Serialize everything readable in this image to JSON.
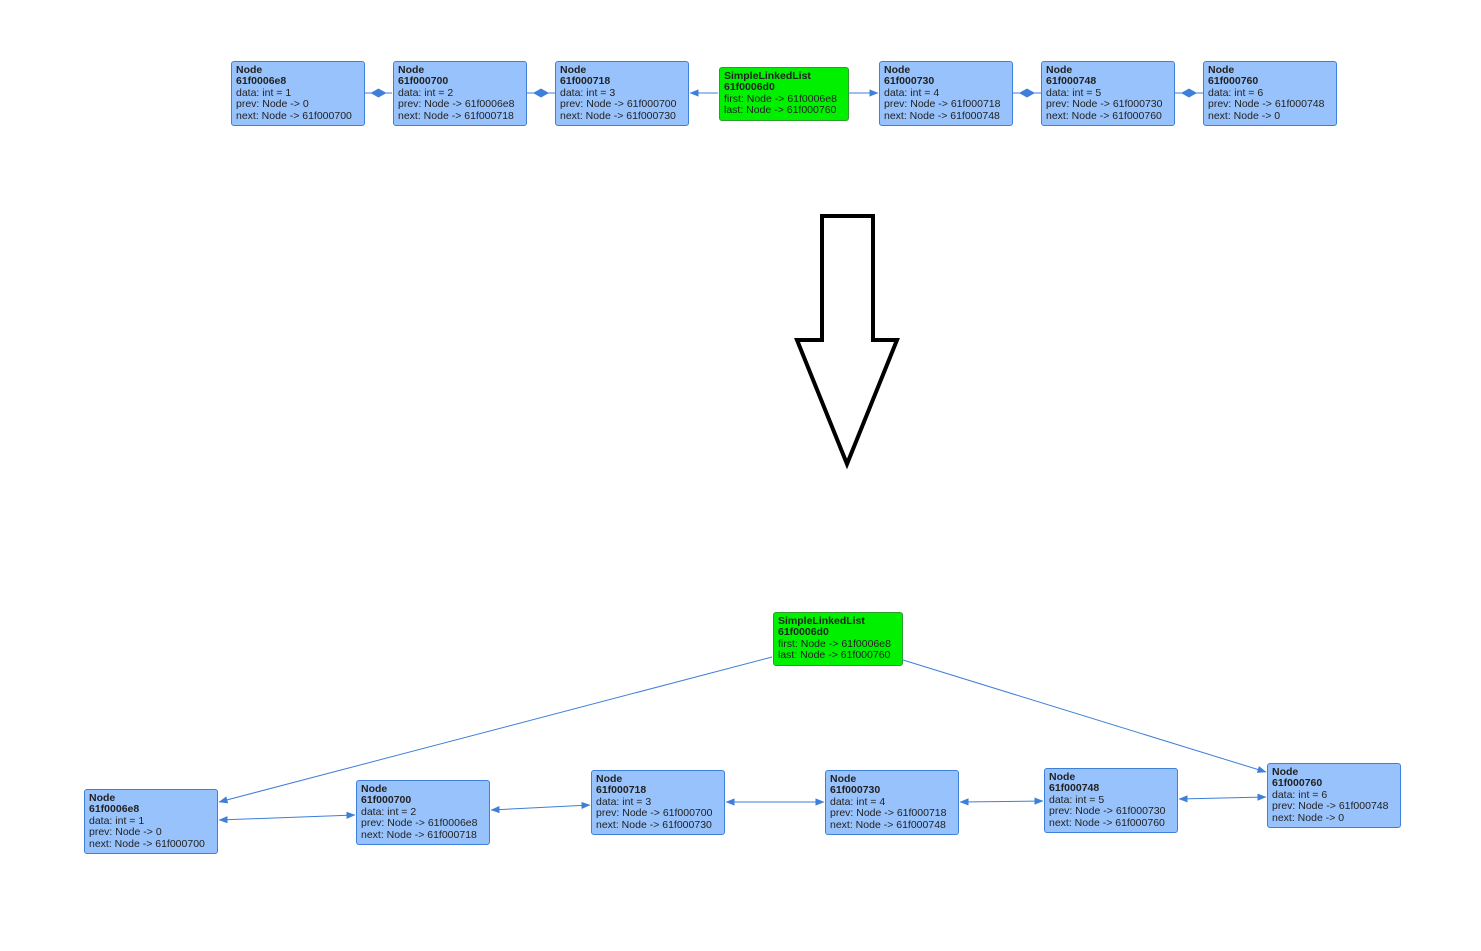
{
  "colors": {
    "node_fill": "#98c2fb",
    "node_border": "#3d7fd9",
    "list_fill": "#00f000",
    "edge": "#3d7fd9",
    "arrow_stroke": "#000000"
  },
  "top": {
    "nodes": {
      "n1": {
        "type": "Node",
        "addr": "61f0006e8",
        "fields": [
          "data: int = 1",
          "prev: Node -> 0",
          "next: Node -> 61f000700"
        ]
      },
      "n2": {
        "type": "Node",
        "addr": "61f000700",
        "fields": [
          "data: int = 2",
          "prev: Node -> 61f0006e8",
          "next: Node -> 61f000718"
        ]
      },
      "n3": {
        "type": "Node",
        "addr": "61f000718",
        "fields": [
          "data: int = 3",
          "prev: Node -> 61f000700",
          "next: Node -> 61f000730"
        ]
      },
      "list": {
        "type": "SimpleLinkedList",
        "addr": "61f0006d0",
        "fields": [
          "first: Node -> 61f0006e8",
          "last: Node -> 61f000760"
        ]
      },
      "n4": {
        "type": "Node",
        "addr": "61f000730",
        "fields": [
          "data: int = 4",
          "prev: Node -> 61f000718",
          "next: Node -> 61f000748"
        ]
      },
      "n5": {
        "type": "Node",
        "addr": "61f000748",
        "fields": [
          "data: int = 5",
          "prev: Node -> 61f000730",
          "next: Node -> 61f000760"
        ]
      },
      "n6": {
        "type": "Node",
        "addr": "61f000760",
        "fields": [
          "data: int = 6",
          "prev: Node -> 61f000748",
          "next: Node -> 0"
        ]
      }
    }
  },
  "bottom": {
    "nodes": {
      "list": {
        "type": "SimpleLinkedList",
        "addr": "61f0006d0",
        "fields": [
          "first: Node -> 61f0006e8",
          "last: Node -> 61f000760"
        ]
      },
      "n1": {
        "type": "Node",
        "addr": "61f0006e8",
        "fields": [
          "data: int = 1",
          "prev: Node -> 0",
          "next: Node -> 61f000700"
        ]
      },
      "n2": {
        "type": "Node",
        "addr": "61f000700",
        "fields": [
          "data: int = 2",
          "prev: Node -> 61f0006e8",
          "next: Node -> 61f000718"
        ]
      },
      "n3": {
        "type": "Node",
        "addr": "61f000718",
        "fields": [
          "data: int = 3",
          "prev: Node -> 61f000700",
          "next: Node -> 61f000730"
        ]
      },
      "n4": {
        "type": "Node",
        "addr": "61f000730",
        "fields": [
          "data: int = 4",
          "prev: Node -> 61f000718",
          "next: Node -> 61f000748"
        ]
      },
      "n5": {
        "type": "Node",
        "addr": "61f000748",
        "fields": [
          "data: int = 5",
          "prev: Node -> 61f000730",
          "next: Node -> 61f000760"
        ]
      },
      "n6": {
        "type": "Node",
        "addr": "61f000760",
        "fields": [
          "data: int = 6",
          "prev: Node -> 61f000748",
          "next: Node -> 0"
        ]
      }
    }
  }
}
